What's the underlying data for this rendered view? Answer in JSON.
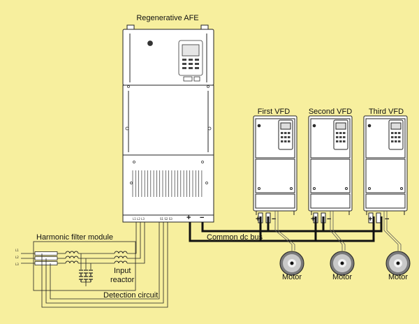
{
  "labels": {
    "afe": "Regenerative AFE",
    "vfd1": "First VFD",
    "vfd2": "Second VFD",
    "vfd3": "Third VFD",
    "dc_bus": "Common dc bus",
    "filter": "Harmonic filter module",
    "reactor_line1": "Input",
    "reactor_line2": "reactor",
    "detection": "Detection circuit",
    "motor1": "Motor",
    "motor2": "Motor",
    "motor3": "Motor"
  },
  "terminals": {
    "afe_input": "L1 L2 L3",
    "afe_detect": "S1 S2 S3",
    "plus": "+",
    "minus": "−"
  },
  "phases": [
    "L1",
    "L2",
    "L3"
  ],
  "colors": {
    "background": "#f7ef9e",
    "equipment": "#ffffff",
    "line": "#111111"
  },
  "icons": [
    "motor-icon",
    "keypad-icon",
    "capacitor-icon",
    "inductor-icon",
    "fuse-icon"
  ]
}
